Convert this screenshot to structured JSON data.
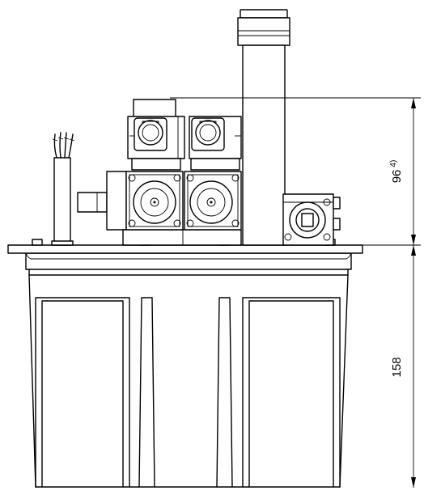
{
  "dimensions": {
    "upper": {
      "value": "96",
      "note": "4)"
    },
    "lower": {
      "value": "158"
    }
  },
  "colors": {
    "line": "#000000",
    "background": "#ffffff"
  }
}
